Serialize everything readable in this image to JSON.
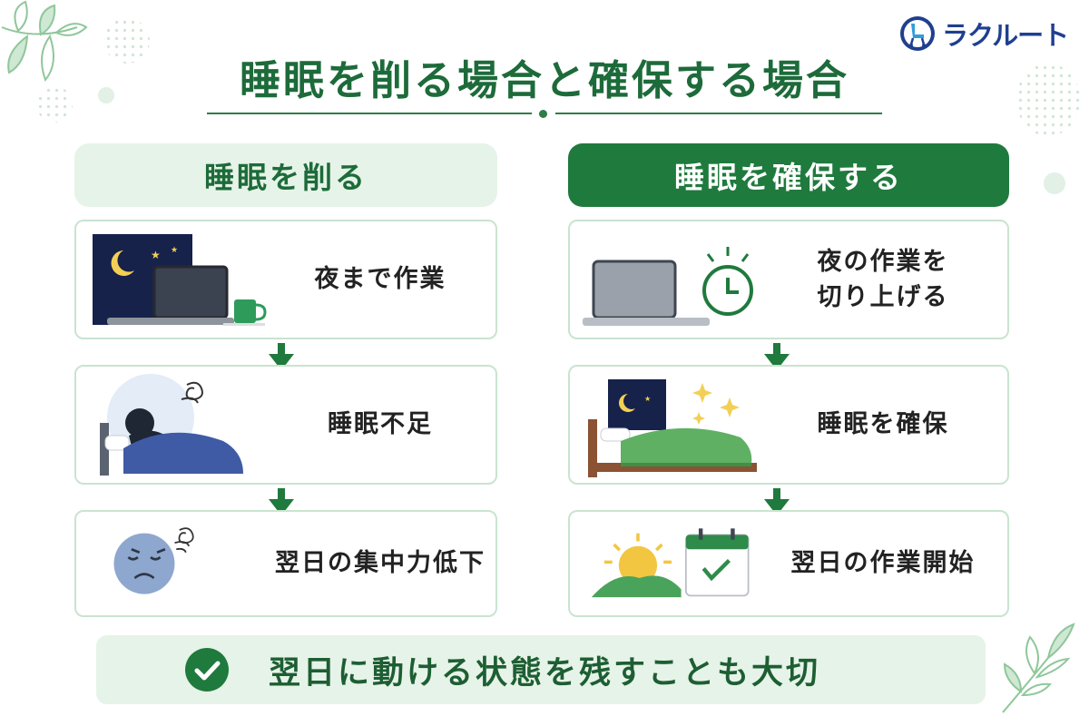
{
  "brand": {
    "name": "ラクルート"
  },
  "title": "睡眠を削る場合と確保する場合",
  "columns": [
    {
      "heading": "睡眠を削る",
      "steps": [
        {
          "label": "夜まで作業",
          "illustration": "laptop-night-icon"
        },
        {
          "label": "睡眠不足",
          "illustration": "tired-sleeper-icon"
        },
        {
          "label": "翌日の集中力低下",
          "illustration": "sad-face-icon"
        }
      ]
    },
    {
      "heading": "睡眠を確保する",
      "steps": [
        {
          "label": "夜の作業を\n切り上げる",
          "illustration": "laptop-clock-icon"
        },
        {
          "label": "睡眠を確保",
          "illustration": "bed-night-icon"
        },
        {
          "label": "翌日の作業開始",
          "illustration": "sunrise-calendar-icon"
        }
      ]
    }
  ],
  "conclusion": {
    "text": "翌日に動ける状態を残すことも大切",
    "icon": "check-circle-icon"
  },
  "colors": {
    "primary": "#1f7a3d",
    "light": "#e6f3e8",
    "border": "#c9e4cf",
    "brand": "#1f3f8f"
  }
}
